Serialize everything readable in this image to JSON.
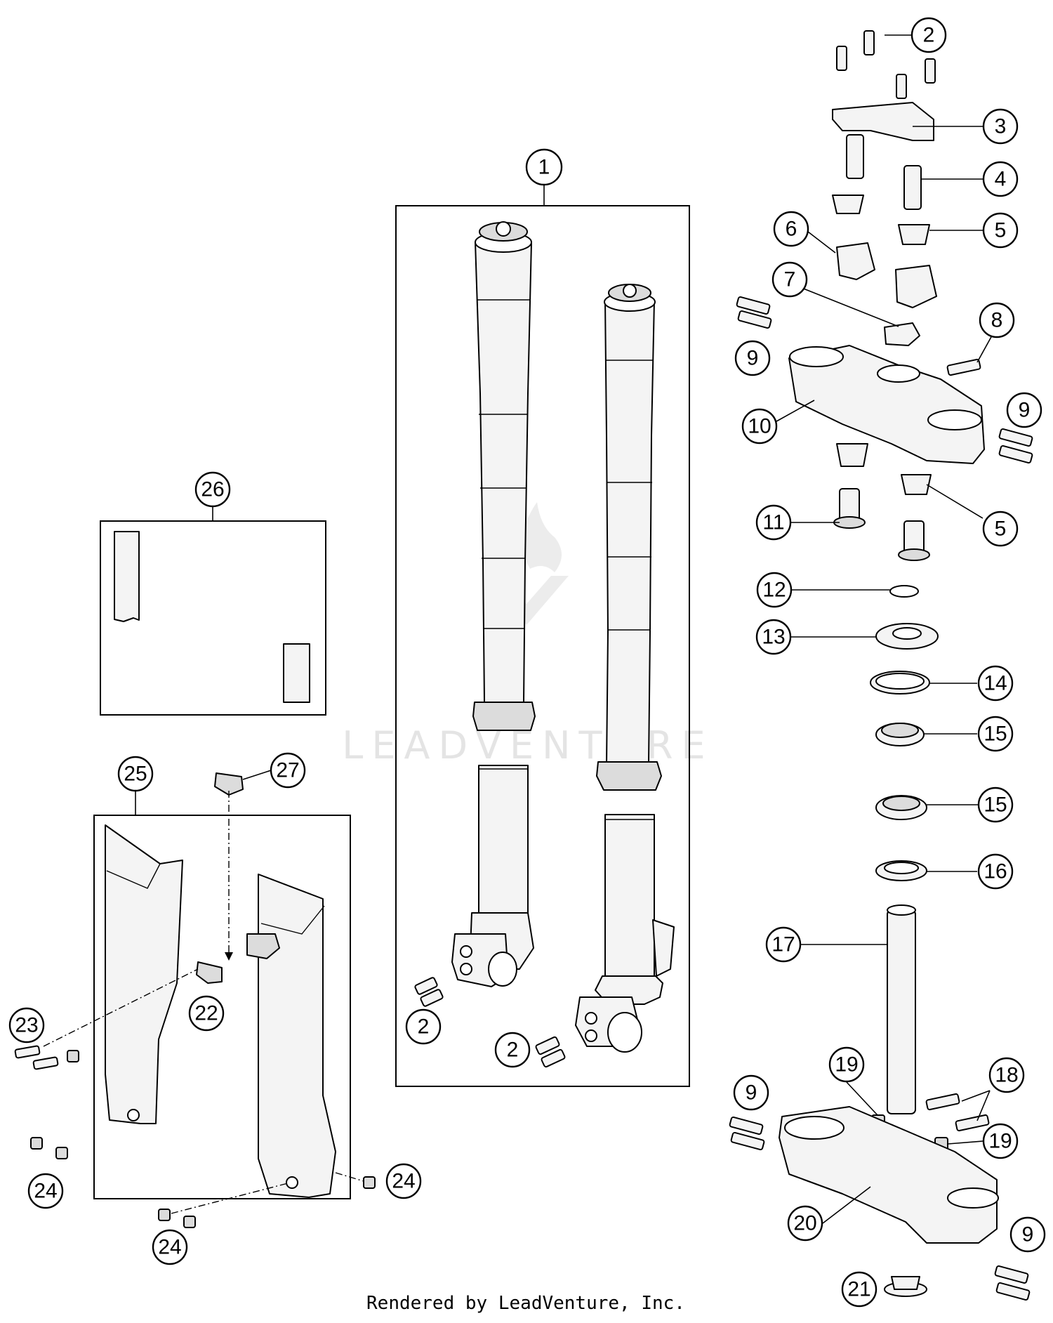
{
  "diagram": {
    "watermark": "LEADVENTURE",
    "footer": "Rendered by LeadVenture, Inc.",
    "callouts": [
      {
        "id": "c1",
        "label": "1"
      },
      {
        "id": "c2a",
        "label": "2"
      },
      {
        "id": "c2b",
        "label": "2"
      },
      {
        "id": "c2c",
        "label": "2"
      },
      {
        "id": "c3",
        "label": "3"
      },
      {
        "id": "c4",
        "label": "4"
      },
      {
        "id": "c5a",
        "label": "5"
      },
      {
        "id": "c5b",
        "label": "5"
      },
      {
        "id": "c6",
        "label": "6"
      },
      {
        "id": "c7",
        "label": "7"
      },
      {
        "id": "c8",
        "label": "8"
      },
      {
        "id": "c9a",
        "label": "9"
      },
      {
        "id": "c9b",
        "label": "9"
      },
      {
        "id": "c9c",
        "label": "9"
      },
      {
        "id": "c9d",
        "label": "9"
      },
      {
        "id": "c10",
        "label": "10"
      },
      {
        "id": "c11",
        "label": "11"
      },
      {
        "id": "c12",
        "label": "12"
      },
      {
        "id": "c13",
        "label": "13"
      },
      {
        "id": "c14",
        "label": "14"
      },
      {
        "id": "c15a",
        "label": "15"
      },
      {
        "id": "c15b",
        "label": "15"
      },
      {
        "id": "c16",
        "label": "16"
      },
      {
        "id": "c17",
        "label": "17"
      },
      {
        "id": "c18",
        "label": "18"
      },
      {
        "id": "c19a",
        "label": "19"
      },
      {
        "id": "c19b",
        "label": "19"
      },
      {
        "id": "c20",
        "label": "20"
      },
      {
        "id": "c21",
        "label": "21"
      },
      {
        "id": "c22",
        "label": "22"
      },
      {
        "id": "c23",
        "label": "23"
      },
      {
        "id": "c24a",
        "label": "24"
      },
      {
        "id": "c24b",
        "label": "24"
      },
      {
        "id": "c24c",
        "label": "24"
      },
      {
        "id": "c25",
        "label": "25"
      },
      {
        "id": "c26",
        "label": "26"
      },
      {
        "id": "c27",
        "label": "27"
      }
    ]
  }
}
